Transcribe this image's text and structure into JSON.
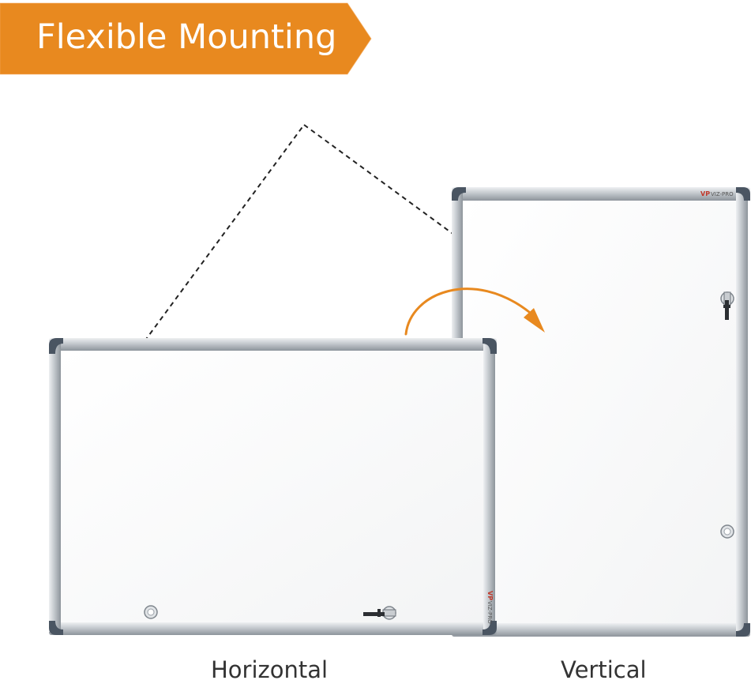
{
  "banner": {
    "title": "Flexible Mounting",
    "color": "#e8891f"
  },
  "boards": [
    {
      "name": "horizontal",
      "caption": "Horizontal",
      "brand": "VIZ-PRO"
    },
    {
      "name": "vertical",
      "caption": "Vertical",
      "brand": "VIZ-PRO"
    }
  ],
  "colors": {
    "arrow": "#e8891f",
    "frame": "#c7ccd1",
    "corner": "#4a5562",
    "board": "#ffffff",
    "dashed": "#222222"
  },
  "icons": [
    "curved-arrow-icon",
    "lock-icon",
    "brand-logo-icon"
  ]
}
